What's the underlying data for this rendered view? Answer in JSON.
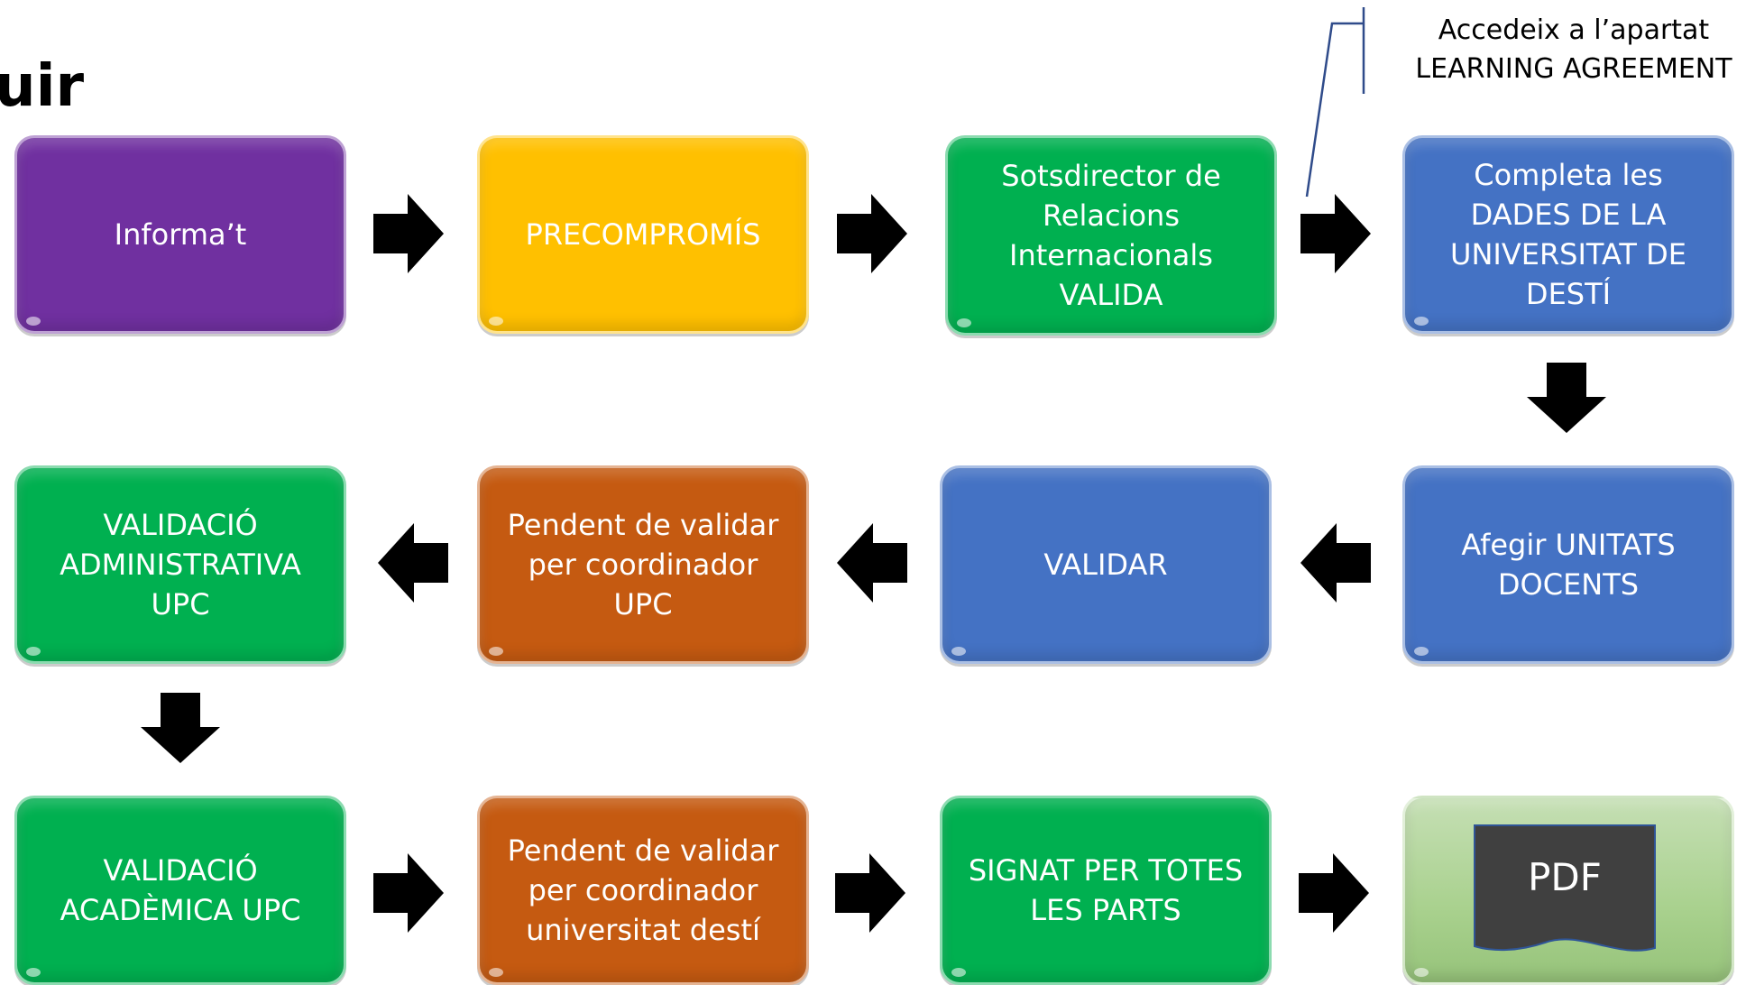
{
  "title": "uir",
  "callout": {
    "line1": "Accedeix a l’apartat",
    "line2": "LEARNING AGREEMENT"
  },
  "steps": [
    {
      "label": "Informa’t",
      "color": "#7030a0"
    },
    {
      "label": "PRECOMPROMÍS",
      "color": "#ffc000"
    },
    {
      "label": "Sotsdirector de Relacions Internacionals VALIDA",
      "color": "#00b050"
    },
    {
      "label": "Completa les DADES DE LA UNIVERSITAT DE DESTÍ",
      "color": "#4472c4"
    },
    {
      "label": "Afegir UNITATS DOCENTS",
      "color": "#4472c4"
    },
    {
      "label": "VALIDAR",
      "color": "#4472c4"
    },
    {
      "label": "Pendent de validar per coordinador UPC",
      "color": "#c55a11"
    },
    {
      "label": "VALIDACIÓ ADMINISTRATIVA UPC",
      "color": "#00b050"
    },
    {
      "label": "VALIDACIÓ ACADÈMICA UPC",
      "color": "#00b050"
    },
    {
      "label": "Pendent de validar per coordinador universitat destí",
      "color": "#c55a11"
    },
    {
      "label": "SIGNAT PER TOTES LES PARTS",
      "color": "#00b050"
    }
  ],
  "pdf": {
    "label": "PDF",
    "color": "#404040"
  }
}
